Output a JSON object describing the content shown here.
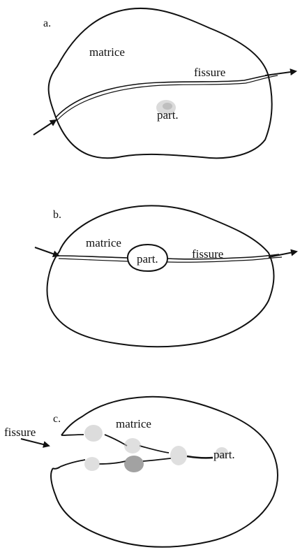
{
  "panels": [
    {
      "letter": "a.",
      "matrix_label": "matrice",
      "crack_label": "fissure",
      "particle_label": "part."
    },
    {
      "letter": "b.",
      "matrix_label": "matrice",
      "crack_label": "fissure",
      "particle_label": "part."
    },
    {
      "letter": "c.",
      "matrix_label": "matrice",
      "crack_label": "fissure",
      "particle_label": "part."
    }
  ]
}
